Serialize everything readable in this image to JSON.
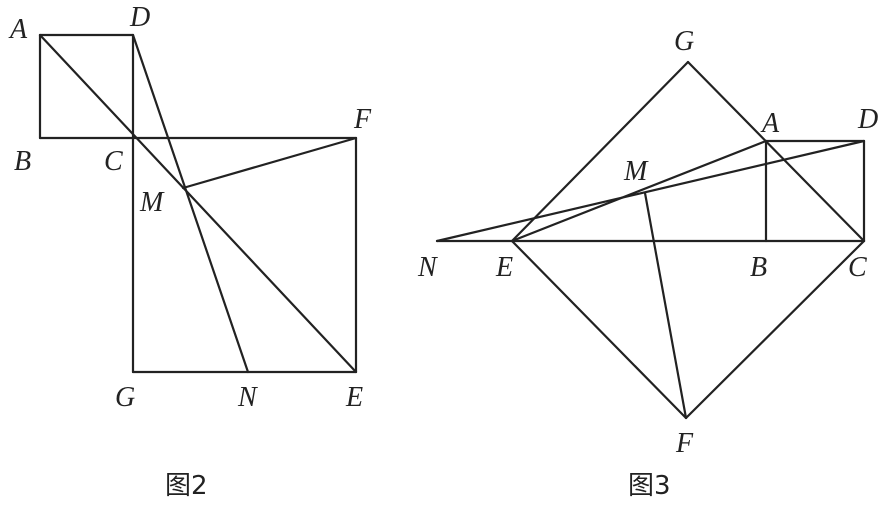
{
  "figures": [
    {
      "caption": "图2",
      "points": [
        "A",
        "B",
        "C",
        "D",
        "F",
        "M",
        "G",
        "N",
        "E"
      ]
    },
    {
      "caption": "图3",
      "points": [
        "G",
        "A",
        "D",
        "M",
        "N",
        "E",
        "B",
        "C",
        "F"
      ]
    }
  ]
}
